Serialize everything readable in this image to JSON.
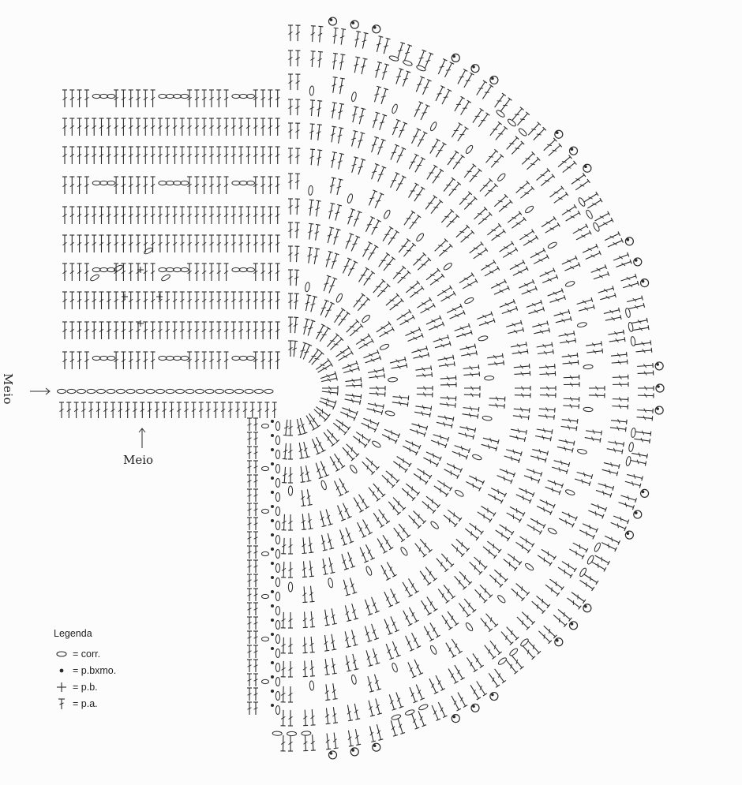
{
  "labels": {
    "meio_left": "Meio",
    "meio_bottom": "Meio"
  },
  "legend": {
    "title": "Legenda",
    "items": [
      {
        "symbol": "chain-oval-icon",
        "text": "= corr."
      },
      {
        "symbol": "slip-stitch-dot-icon",
        "text": "= p.bxmo."
      },
      {
        "symbol": "single-crochet-cross-icon",
        "text": "= p.b."
      },
      {
        "symbol": "double-crochet-t-icon",
        "text": "= p.a."
      }
    ]
  },
  "colors": {
    "ink": "#2a2a2a",
    "paper": "#fdfcfc"
  }
}
